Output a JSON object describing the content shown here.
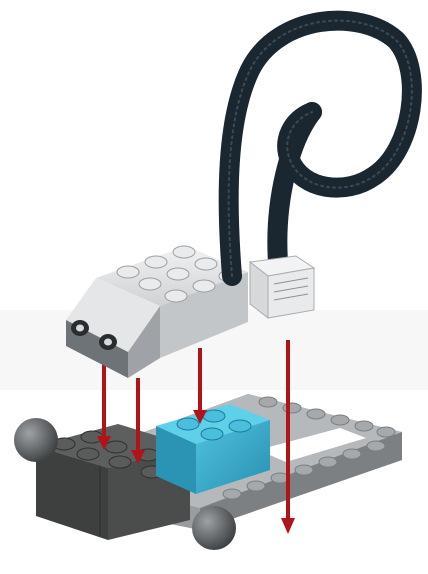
{
  "illustration": {
    "cable_icon": "ribbon-cable",
    "sensor_icon": "motion-sensor-brick",
    "connector_icon": "cable-plug",
    "arrow_icon": "down-arrow",
    "colors": {
      "cable": "#1b2730",
      "sensor_body": "#d7d9db",
      "sensor_dark": "#6e7378",
      "plate": "#8c8f92",
      "dark_brick": "#4b4c4c",
      "teal_brick": "#36a8c8",
      "arrow": "#b0141a",
      "bumper": "#5b5e61"
    }
  }
}
